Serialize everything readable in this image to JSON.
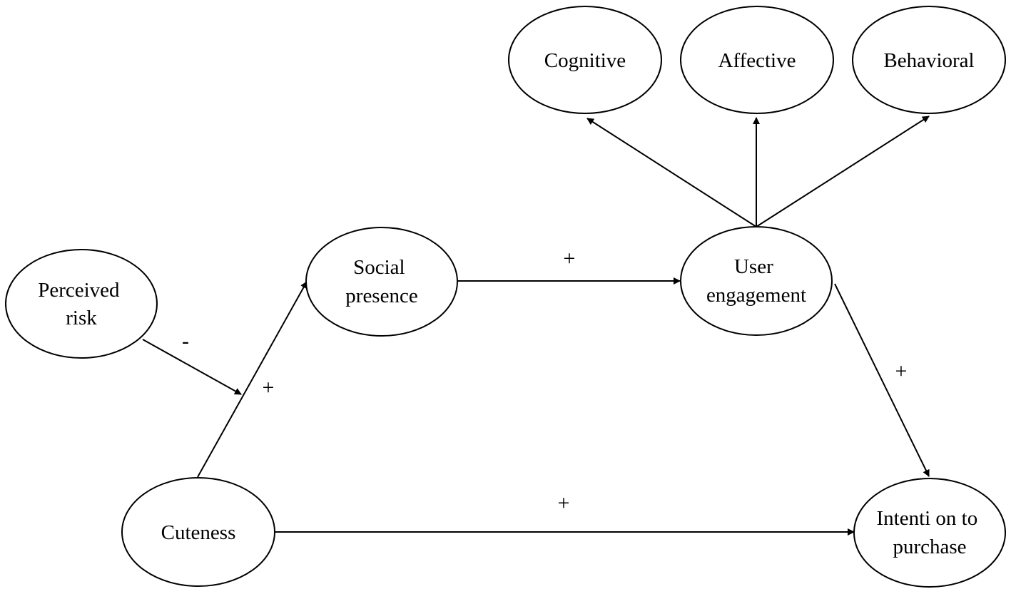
{
  "nodes": {
    "cognitive": {
      "lines": [
        "Cognitive"
      ]
    },
    "affective": {
      "lines": [
        "Affective"
      ]
    },
    "behavioral": {
      "lines": [
        "Behavioral"
      ]
    },
    "perceived_risk": {
      "lines": [
        "Perceived",
        "risk"
      ]
    },
    "social_presence": {
      "lines": [
        "Social",
        "presence"
      ]
    },
    "user_engagement": {
      "lines": [
        "User",
        "engagement"
      ]
    },
    "cuteness": {
      "lines": [
        "Cuteness"
      ]
    },
    "intention_to_purchase": {
      "lines": [
        "Intenti on to",
        "purchase"
      ]
    }
  },
  "edges": {
    "social_to_engagement": {
      "sign": "+"
    },
    "risk_to_path": {
      "sign": "-"
    },
    "cuteness_to_social": {
      "sign": "+"
    },
    "engagement_to_intention": {
      "sign": "+"
    },
    "cuteness_to_intention": {
      "sign": "+"
    }
  },
  "colors": {
    "stroke": "#000000",
    "background": "#ffffff"
  }
}
